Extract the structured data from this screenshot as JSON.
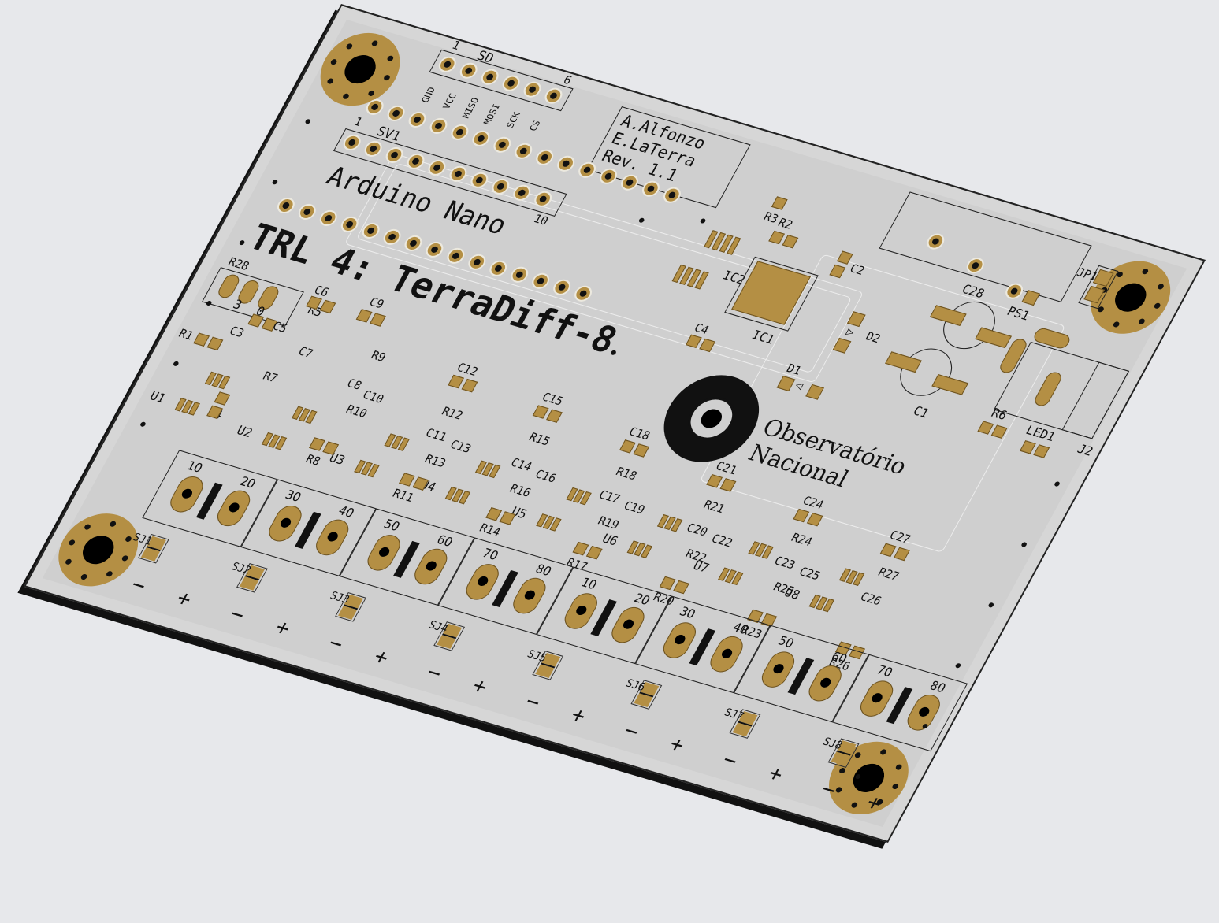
{
  "board": {
    "title": "TRL 4: TerraDiff-8",
    "module_label": "Arduino Nano",
    "credits": [
      "A.Alfonzo",
      "E.LaTerra",
      "Rev. 1.1"
    ],
    "logo_text": [
      "Observatório",
      "Nacional"
    ],
    "colors": {
      "background": "#e7e8eb",
      "board": "#d6d6d6",
      "copper": "#b48f44",
      "silk": "#111111"
    }
  },
  "sd_header": {
    "label": "SD",
    "pin_first": "1",
    "pin_last": "6",
    "pins": [
      "GND",
      "VCC",
      "MISO",
      "MOSI",
      "SCK",
      "CS"
    ]
  },
  "sv1_header": {
    "label": "SV1",
    "pin_first": "1",
    "pin_last": "10"
  },
  "trimmer": {
    "label": "R28",
    "mark_left": "3",
    "mark_right": "0"
  },
  "components": {
    "capacitors": [
      "C1",
      "C2",
      "C3",
      "C4",
      "C5",
      "C6",
      "C7",
      "C8",
      "C9",
      "C10",
      "C11",
      "C12",
      "C13",
      "C14",
      "C15",
      "C16",
      "C17",
      "C18",
      "C19",
      "C20",
      "C21",
      "C22",
      "C23",
      "C24",
      "C25",
      "C26",
      "C27",
      "C28"
    ],
    "resistors": [
      "R1",
      "R2",
      "R3",
      "R4",
      "R5",
      "R6",
      "R7",
      "R8",
      "R9",
      "R10",
      "R11",
      "R12",
      "R13",
      "R14",
      "R15",
      "R16",
      "R17",
      "R18",
      "R19",
      "R20",
      "R21",
      "R22",
      "R23",
      "R24",
      "R25",
      "R26",
      "R27"
    ],
    "ics": [
      "U1",
      "U2",
      "U3",
      "U4",
      "U5",
      "U6",
      "U7",
      "U8"
    ],
    "other": [
      "IC1",
      "IC2",
      "D1",
      "D2",
      "PS1",
      "JP1",
      "LED1",
      "J2"
    ]
  },
  "terminal_rows": [
    {
      "blocks": [
        [
          "1O",
          "2O"
        ],
        [
          "3O",
          "4O"
        ],
        [
          "5O",
          "6O"
        ],
        [
          "7O",
          "8O"
        ]
      ]
    },
    {
      "blocks": [
        [
          "1O",
          "2O"
        ],
        [
          "3O",
          "4O"
        ],
        [
          "5O",
          "6O"
        ],
        [
          "7O",
          "8O"
        ]
      ]
    }
  ],
  "solder_jumpers": [
    "SJ1",
    "SJ2",
    "SJ3",
    "SJ4",
    "SJ5",
    "SJ6",
    "SJ7",
    "SJ8"
  ],
  "polarity_marks": [
    "−",
    "+",
    "−",
    "+",
    "−",
    "+",
    "−",
    "+",
    "−",
    "+",
    "−",
    "+",
    "−",
    "+",
    "−",
    "+"
  ]
}
